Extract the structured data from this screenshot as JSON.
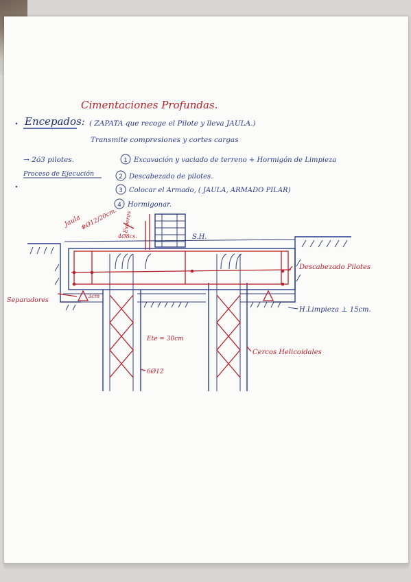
{
  "title": "Cimentaciones Profundas.",
  "heading": "Encepados:",
  "intro_line1": "( ZAPATA que recoge el Pilote y lleva JAULA.)",
  "intro_line2": "Transmite compresiones y cortes cargas",
  "piles_note": "→ 2ó3 pilotes.",
  "process_label": "Proceso de Ejecución",
  "steps": [
    {
      "num": "1",
      "text": "Excavación y vaciado de terreno + Hormigón de Limpieza"
    },
    {
      "num": "2",
      "text": "Descabezado de pilotes."
    },
    {
      "num": "3",
      "text": "Colocar el Armado, ( JAULA, ARMADO PILAR)"
    },
    {
      "num": "4",
      "text": "Hormigonar."
    }
  ],
  "labels": {
    "jaula": "Jaula",
    "jaula_spec": "#Ø12/20cm.",
    "esperas": "Esperas",
    "esperas_spec": "4Ø8cs.",
    "cota": "S.H.",
    "descabezado": "Descabezado Pilotes",
    "separadores": "Separadores",
    "sep_dim": "3cm",
    "hormigon_limpieza": "H.Limpieza ⊥ 15cm.",
    "estribos": "Ete = 30cm",
    "barras": "6Ø12",
    "cercos": "Cercos Helicoidales"
  },
  "colors": {
    "blue_ink": "#2a3a8c",
    "red_ink": "#b5202a",
    "paper": "#fbfbf9"
  }
}
